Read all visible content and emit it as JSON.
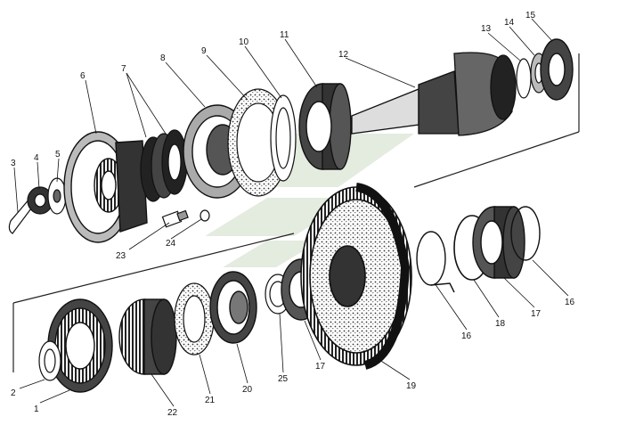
{
  "labels": {
    "l1": "1",
    "l2": "2",
    "l3": "3",
    "l4": "4",
    "l5": "5",
    "l6": "6",
    "l7": "7",
    "l8": "8",
    "l9": "9",
    "l10": "10",
    "l11": "11",
    "l12": "12",
    "l13": "13",
    "l14": "14",
    "l15": "15",
    "l16a": "16",
    "l16b": "16",
    "l17a": "17",
    "l17b": "17",
    "l18": "18",
    "l19": "19",
    "l20": "20",
    "l21": "21",
    "l22": "22",
    "l23": "23",
    "l24": "24",
    "l25": "25"
  },
  "colors": {
    "ink": "#111111",
    "paper": "#ffffff",
    "watermark": "#c9d7c0"
  }
}
